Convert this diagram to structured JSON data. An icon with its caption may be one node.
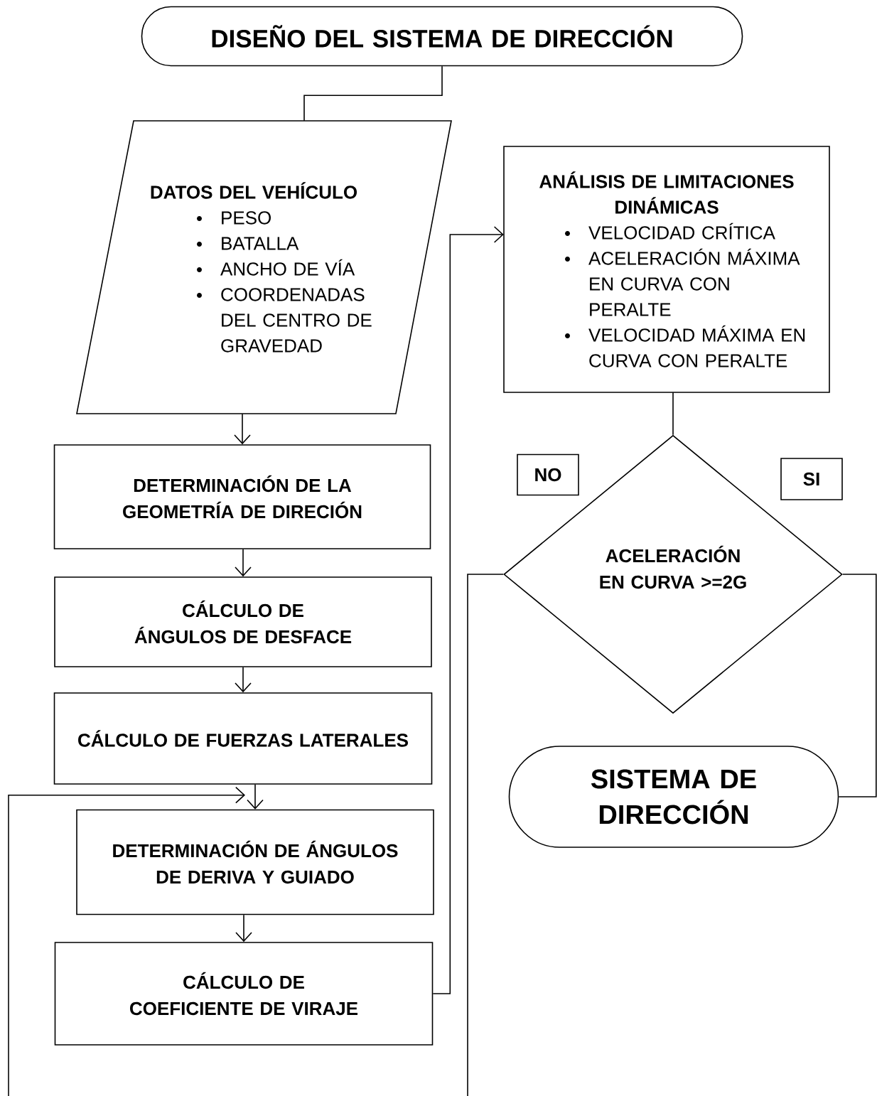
{
  "diagram": {
    "nodes": [
      {
        "text": [
          "DISEÑO DEL SISTEMA DE DIRECCIÓN"
        ]
      },
      {
        "text": [
          "DATOS DEL VEHÍCULO",
          "PESO",
          "BATALLA",
          "ANCHO DE VÍA",
          "COORDENADAS DEL CENTRO DE GRAVEDAD"
        ]
      },
      {
        "text": [
          "DETERMINACIÓN DE LA GEOMETRÍA DE DIRECIÓN"
        ]
      },
      {
        "text": [
          "CÁLCULO DE ÁNGULOS DE DESFACE"
        ]
      },
      {
        "text": [
          "CÁLCULO DE FUERZAS LATERALES"
        ]
      },
      {
        "text": [
          "DETERMINACIÓN DE ÁNGULOS DE DERIVA Y GUIADO"
        ]
      },
      {
        "text": [
          "CÁLCULO DE COEFICIENTE DE VIRAJE"
        ]
      },
      {
        "text": [
          "ANÁLISIS DE LIMITACIONES DINÁMICAS",
          "VELOCIDAD CRÍTICA",
          "ACELERACIÓN MÁXIMA EN CURVA CON PERALTE",
          "VELOCIDAD MÁXIMA EN CURVA CON PERALTE"
        ]
      },
      {
        "text": [
          "ACELERACIÓN EN CURVA >=2G"
        ]
      },
      {
        "text": [
          "NO"
        ]
      },
      {
        "text": [
          "SI"
        ]
      },
      {
        "text": [
          "SISTEMA DE DIRECCIÓN"
        ]
      }
    ],
    "edges": [
      {
        "from": 0,
        "to": 1,
        "arrow": "none"
      },
      {
        "from": 1,
        "to": 2,
        "arrow": "to"
      },
      {
        "from": 2,
        "to": 3,
        "arrow": "to"
      },
      {
        "from": 3,
        "to": 4,
        "arrow": "to"
      },
      {
        "from": 4,
        "to": 5,
        "arrow": "to"
      },
      {
        "from": 5,
        "to": 6,
        "arrow": "to"
      },
      {
        "from": 6,
        "to": 7,
        "arrow": "to"
      },
      {
        "from": 7,
        "to": 8,
        "arrow": "none"
      },
      {
        "from": 8,
        "to": 11,
        "arrow": "none"
      },
      {
        "from": 8,
        "to": null,
        "arrow": "none"
      },
      {
        "from": null,
        "to": 5,
        "arrow": "to"
      }
    ]
  }
}
